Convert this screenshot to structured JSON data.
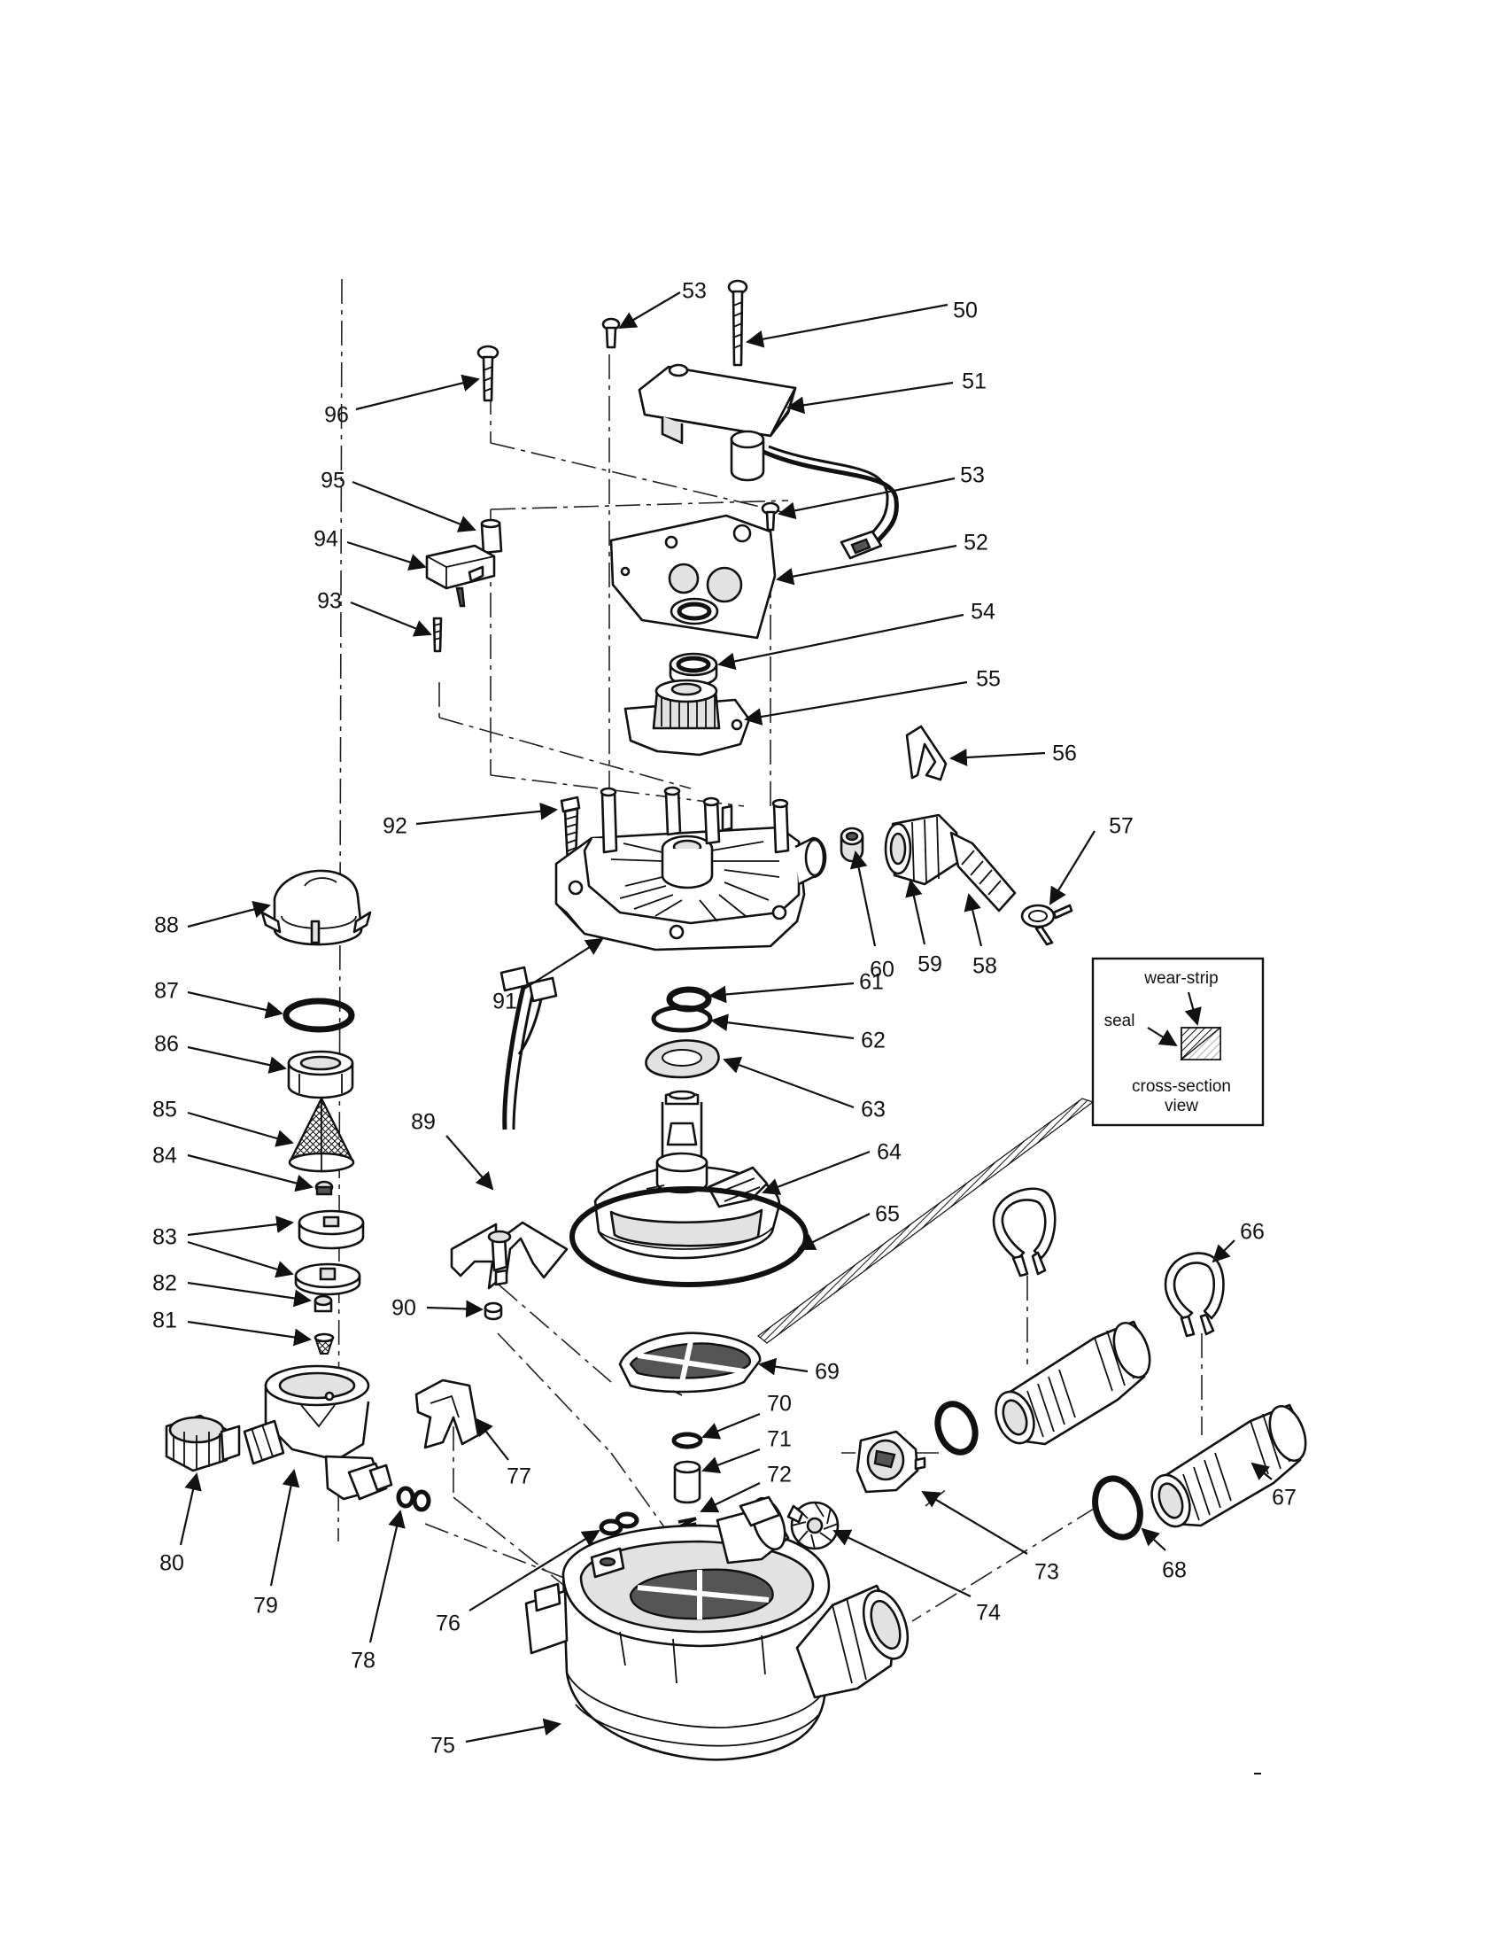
{
  "callouts": [
    {
      "id": "50",
      "label": "50"
    },
    {
      "id": "51",
      "label": "51"
    },
    {
      "id": "52",
      "label": "52"
    },
    {
      "id": "53a",
      "label": "53"
    },
    {
      "id": "53b",
      "label": "53"
    },
    {
      "id": "54",
      "label": "54"
    },
    {
      "id": "55",
      "label": "55"
    },
    {
      "id": "56",
      "label": "56"
    },
    {
      "id": "57",
      "label": "57"
    },
    {
      "id": "58",
      "label": "58"
    },
    {
      "id": "59",
      "label": "59"
    },
    {
      "id": "60",
      "label": "60"
    },
    {
      "id": "61",
      "label": "61"
    },
    {
      "id": "62",
      "label": "62"
    },
    {
      "id": "63",
      "label": "63"
    },
    {
      "id": "64",
      "label": "64"
    },
    {
      "id": "65",
      "label": "65"
    },
    {
      "id": "66",
      "label": "66"
    },
    {
      "id": "67",
      "label": "67"
    },
    {
      "id": "68",
      "label": "68"
    },
    {
      "id": "69",
      "label": "69"
    },
    {
      "id": "70",
      "label": "70"
    },
    {
      "id": "71",
      "label": "71"
    },
    {
      "id": "72",
      "label": "72"
    },
    {
      "id": "73",
      "label": "73"
    },
    {
      "id": "74",
      "label": "74"
    },
    {
      "id": "75",
      "label": "75"
    },
    {
      "id": "76",
      "label": "76"
    },
    {
      "id": "77",
      "label": "77"
    },
    {
      "id": "78",
      "label": "78"
    },
    {
      "id": "79",
      "label": "79"
    },
    {
      "id": "80",
      "label": "80"
    },
    {
      "id": "81",
      "label": "81"
    },
    {
      "id": "82",
      "label": "82"
    },
    {
      "id": "83",
      "label": "83"
    },
    {
      "id": "84",
      "label": "84"
    },
    {
      "id": "85",
      "label": "85"
    },
    {
      "id": "86",
      "label": "86"
    },
    {
      "id": "87",
      "label": "87"
    },
    {
      "id": "88",
      "label": "88"
    },
    {
      "id": "89",
      "label": "89"
    },
    {
      "id": "90",
      "label": "90"
    },
    {
      "id": "91",
      "label": "91"
    },
    {
      "id": "92",
      "label": "92"
    },
    {
      "id": "93",
      "label": "93"
    },
    {
      "id": "94",
      "label": "94"
    },
    {
      "id": "95",
      "label": "95"
    },
    {
      "id": "96",
      "label": "96"
    }
  ],
  "inset": {
    "wear_strip": "wear-strip",
    "seal": "seal",
    "caption_line1": "cross-section",
    "caption_line2": "view"
  },
  "colors": {
    "ink": "#111111",
    "background": "#ffffff",
    "shade": "#e2e2e2"
  }
}
